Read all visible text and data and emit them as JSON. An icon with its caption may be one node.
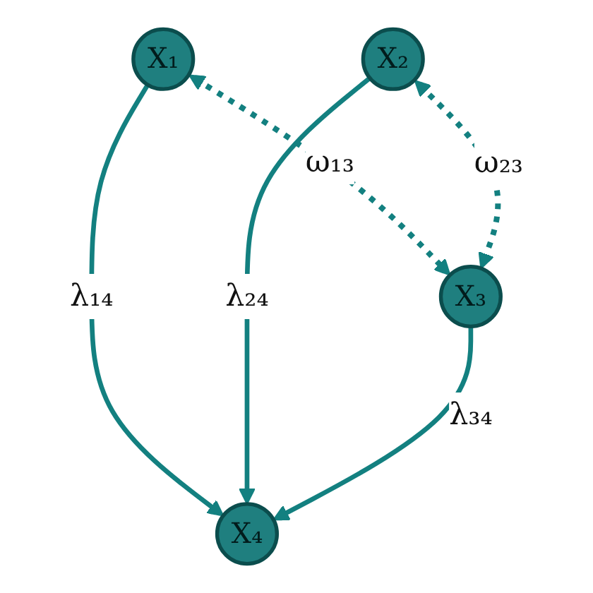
{
  "diagram": {
    "nodes": [
      {
        "text": [
          "X₁"
        ]
      },
      {
        "text": [
          "X₂"
        ]
      },
      {
        "text": [
          "X₃"
        ]
      },
      {
        "text": [
          "X₄"
        ]
      }
    ],
    "edges": [
      {
        "from": 0,
        "to": 3,
        "arrow": "to",
        "label": "λ₁₄"
      },
      {
        "from": 1,
        "to": 3,
        "arrow": "to",
        "label": "λ₂₄"
      },
      {
        "from": 2,
        "to": 3,
        "arrow": "to",
        "label": "λ₃₄"
      },
      {
        "from": 0,
        "to": 2,
        "arrow": "both",
        "label": "ω₁₃",
        "style": "dashed"
      },
      {
        "from": 1,
        "to": 2,
        "arrow": "both",
        "label": "ω₂₃",
        "style": "dashed"
      }
    ]
  }
}
